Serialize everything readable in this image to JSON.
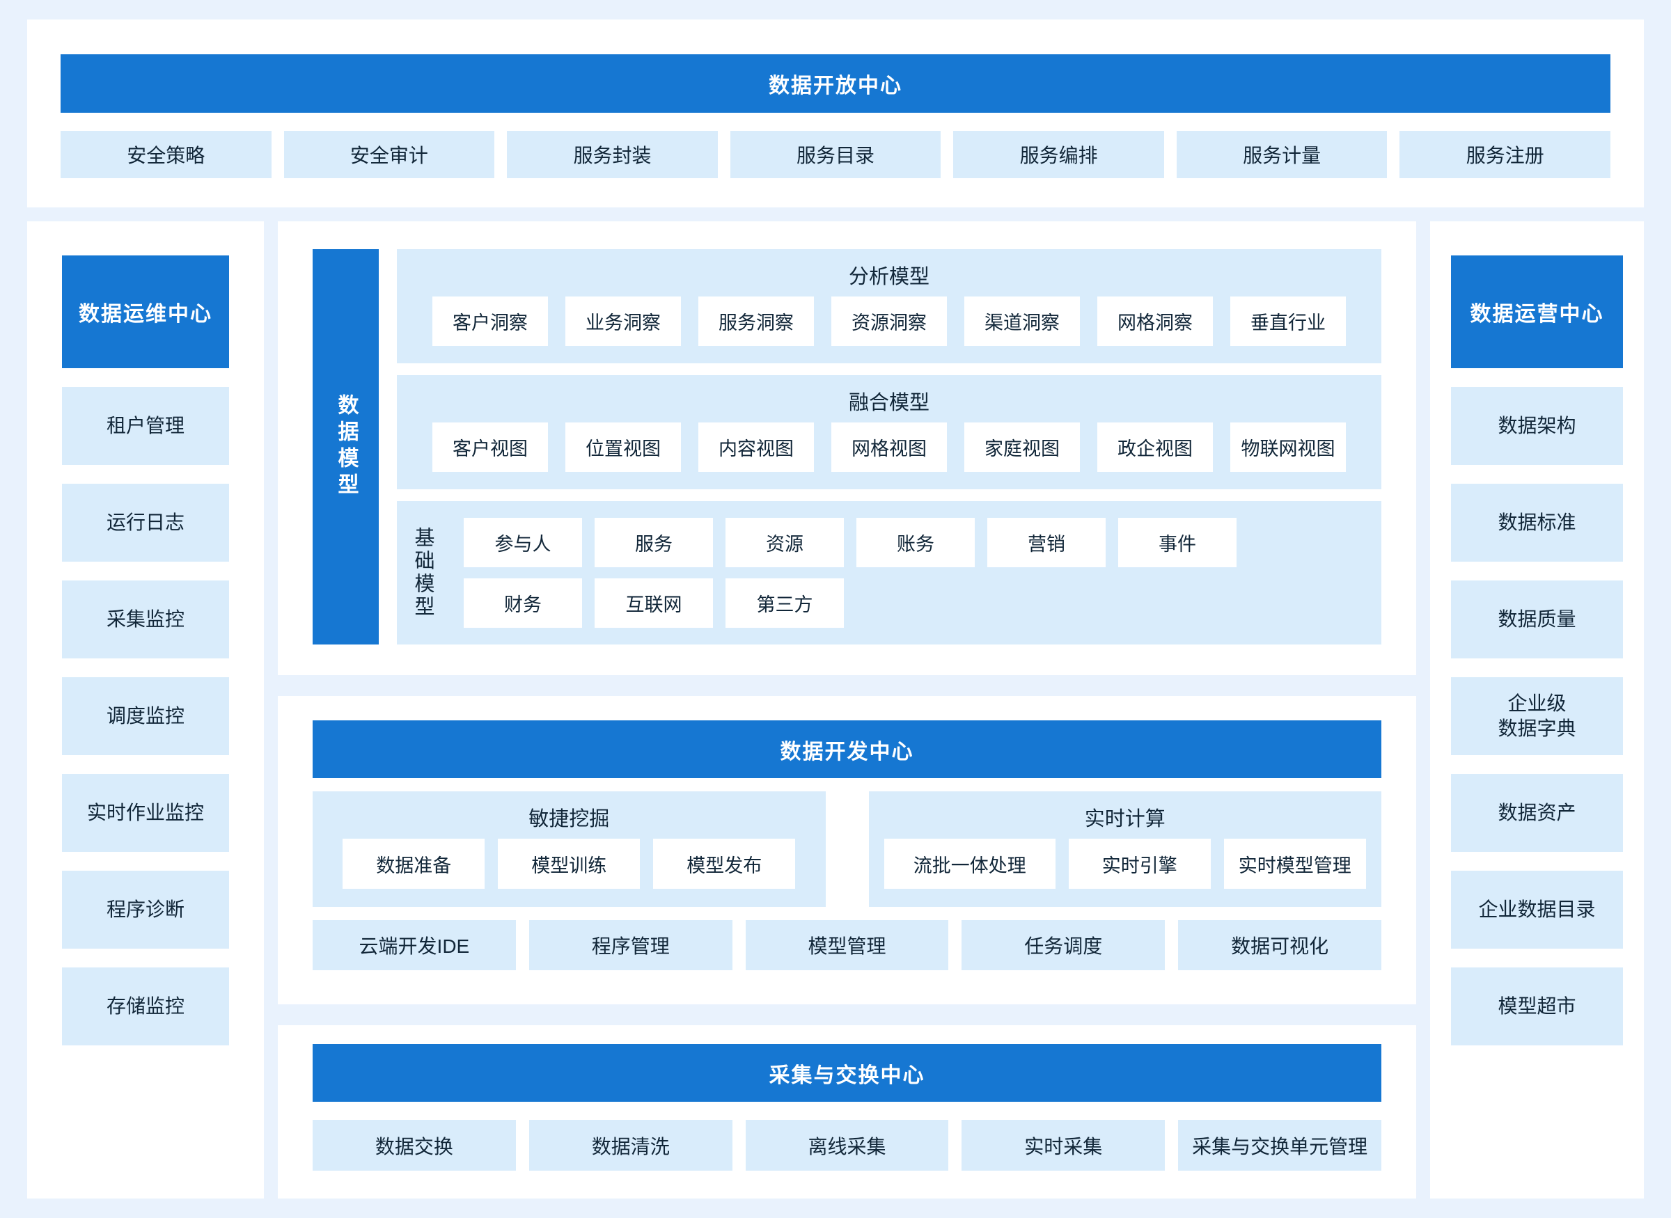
{
  "colors": {
    "accent": "#1677d2",
    "pill": "#d9ecfb",
    "pagebg": "#e9f2fd",
    "card": "#ffffff",
    "ink": "#112638"
  },
  "open_center": {
    "title": "数据开放中心",
    "items": [
      "安全策略",
      "安全审计",
      "服务封装",
      "服务目录",
      "服务编排",
      "服务计量",
      "服务注册"
    ]
  },
  "ops_center": {
    "title": "数据运维中心",
    "items": [
      "租户管理",
      "运行日志",
      "采集监控",
      "调度监控",
      "实时作业监控",
      "程序诊断",
      "存储监控"
    ]
  },
  "operation_center": {
    "title": "数据运营中心",
    "items": [
      "数据架构",
      "数据标准",
      "数据质量",
      "企业级\n数据字典",
      "数据资产",
      "企业数据目录",
      "模型超市"
    ]
  },
  "data_model": {
    "title": "数据模型",
    "sections": [
      {
        "name": "分析模型",
        "items": [
          "客户洞察",
          "业务洞察",
          "服务洞察",
          "资源洞察",
          "渠道洞察",
          "网格洞察",
          "垂直行业"
        ]
      },
      {
        "name": "融合模型",
        "items": [
          "客户视图",
          "位置视图",
          "内容视图",
          "网格视图",
          "家庭视图",
          "政企视图",
          "物联网视图"
        ]
      }
    ],
    "base": {
      "name": "基础模型",
      "row1": [
        "参与人",
        "服务",
        "资源",
        "账务",
        "营销",
        "事件"
      ],
      "row2": [
        "财务",
        "互联网",
        "第三方"
      ]
    }
  },
  "dev_center": {
    "title": "数据开发中心",
    "groups": [
      {
        "name": "敏捷挖掘",
        "items": [
          "数据准备",
          "模型训练",
          "模型发布"
        ]
      },
      {
        "name": "实时计算",
        "items": [
          "流批一体处理",
          "实时引擎",
          "实时模型管理"
        ]
      }
    ],
    "tools": [
      "云端开发IDE",
      "程序管理",
      "模型管理",
      "任务调度",
      "数据可视化"
    ]
  },
  "collect_center": {
    "title": "采集与交换中心",
    "items": [
      "数据交换",
      "数据清洗",
      "离线采集",
      "实时采集",
      "采集与交换单元管理"
    ]
  }
}
